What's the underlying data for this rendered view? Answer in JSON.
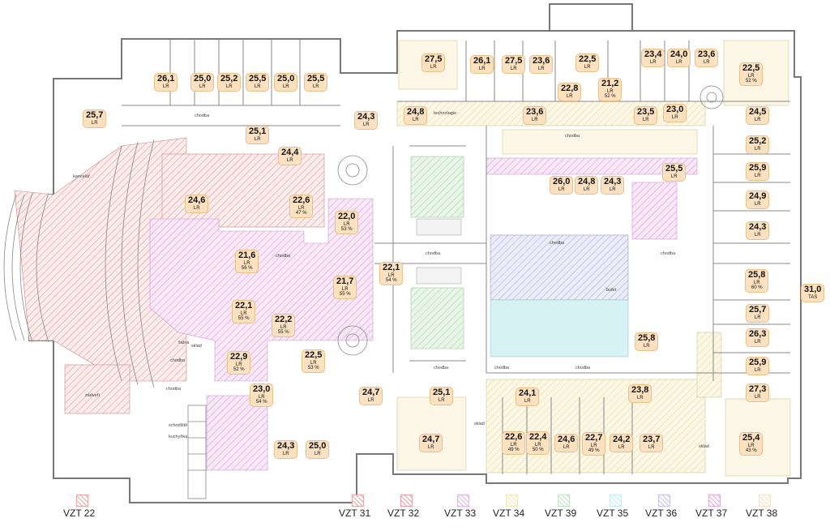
{
  "legend": [
    {
      "name": "VZT 22",
      "color": "#e8a7a7"
    },
    {
      "name": "VZT 31",
      "color": "#e8a7a7"
    },
    {
      "name": "VZT 32",
      "color": "#e6a0a6"
    },
    {
      "name": "VZT 33",
      "color": "#ddb6e6"
    },
    {
      "name": "VZT 34",
      "color": "#efe5b5"
    },
    {
      "name": "VZT 39",
      "color": "#bfe3bf"
    },
    {
      "name": "VZT 35",
      "color": "#c6ecf0"
    },
    {
      "name": "VZT 36",
      "color": "#c4c4ec"
    },
    {
      "name": "VZT 37",
      "color": "#e2a8e2"
    },
    {
      "name": "VZT 38",
      "color": "#f4e3c4"
    }
  ],
  "readings": [
    {
      "value": "26,1",
      "unit": "LR"
    },
    {
      "value": "25,0",
      "unit": "LR"
    },
    {
      "value": "25,2",
      "unit": "LR"
    },
    {
      "value": "25,5",
      "unit": "LR"
    },
    {
      "value": "25,0",
      "unit": "LR"
    },
    {
      "value": "25,5",
      "unit": "LR"
    },
    {
      "value": "25,7",
      "unit": "LR"
    },
    {
      "value": "24,3",
      "unit": "LR"
    },
    {
      "value": "25,1",
      "unit": "LR"
    },
    {
      "value": "24,4",
      "unit": "LR"
    },
    {
      "value": "24,6",
      "unit": "LR"
    },
    {
      "value": "22,6",
      "unit": "LR",
      "rh": "47 %"
    },
    {
      "value": "22,0",
      "unit": "LR",
      "rh": "53 %"
    },
    {
      "value": "21,6",
      "unit": "LR",
      "rh": "56 %"
    },
    {
      "value": "21,7",
      "unit": "LR",
      "rh": "55 %"
    },
    {
      "value": "22,1",
      "unit": "LR",
      "rh": "54 %"
    },
    {
      "value": "22,1",
      "unit": "LR",
      "rh": "55 %"
    },
    {
      "value": "22,2",
      "unit": "LR",
      "rh": "55 %"
    },
    {
      "value": "22,9",
      "unit": "LR",
      "rh": "52 %"
    },
    {
      "value": "22,5",
      "unit": "LR",
      "rh": "53 %"
    },
    {
      "value": "23,0",
      "unit": "LR",
      "rh": "54 %"
    },
    {
      "value": "24,7",
      "unit": "LR"
    },
    {
      "value": "24,3",
      "unit": "LR"
    },
    {
      "value": "25,0",
      "unit": "LR"
    },
    {
      "value": "27,5",
      "unit": "LR"
    },
    {
      "value": "26,1",
      "unit": "LR"
    },
    {
      "value": "27,5",
      "unit": "LR"
    },
    {
      "value": "23,6",
      "unit": "LR"
    },
    {
      "value": "22,5",
      "unit": "LR"
    },
    {
      "value": "23,4",
      "unit": "LR"
    },
    {
      "value": "24,0",
      "unit": "LR"
    },
    {
      "value": "23,6",
      "unit": "LR"
    },
    {
      "value": "22,5",
      "unit": "LR",
      "rh": "52 %"
    },
    {
      "value": "22,8",
      "unit": "LR"
    },
    {
      "value": "21,2",
      "unit": "LR",
      "rh": "52 %"
    },
    {
      "value": "24,8",
      "unit": "LR"
    },
    {
      "value": "23,6",
      "unit": "LR"
    },
    {
      "value": "23,5",
      "unit": "LR"
    },
    {
      "value": "23,0",
      "unit": "LR"
    },
    {
      "value": "24,5",
      "unit": "LR"
    },
    {
      "value": "25,2",
      "unit": "LR"
    },
    {
      "value": "25,9",
      "unit": "LR"
    },
    {
      "value": "24,9",
      "unit": "LR"
    },
    {
      "value": "25,5",
      "unit": "LR"
    },
    {
      "value": "26,0",
      "unit": "LR"
    },
    {
      "value": "24,8",
      "unit": "LR"
    },
    {
      "value": "24,3",
      "unit": "LR"
    },
    {
      "value": "24,3",
      "unit": "LR"
    },
    {
      "value": "25,8",
      "unit": "LR",
      "rh": "60 %"
    },
    {
      "value": "31,0",
      "unit": "TAS"
    },
    {
      "value": "25,7",
      "unit": "LR"
    },
    {
      "value": "25,8",
      "unit": "LR"
    },
    {
      "value": "26,3",
      "unit": "LR"
    },
    {
      "value": "25,9",
      "unit": "LR"
    },
    {
      "value": "27,3",
      "unit": "LR"
    },
    {
      "value": "25,1",
      "unit": "LR"
    },
    {
      "value": "24,1",
      "unit": "LR"
    },
    {
      "value": "23,8",
      "unit": "LR"
    },
    {
      "value": "24,7",
      "unit": "LR"
    },
    {
      "value": "22,6",
      "unit": "LR",
      "rh": "49 %"
    },
    {
      "value": "22,4",
      "unit": "LR",
      "rh": "50 %"
    },
    {
      "value": "24,6",
      "unit": "LR"
    },
    {
      "value": "22,7",
      "unit": "LR",
      "rh": "49 %"
    },
    {
      "value": "24,2",
      "unit": "LR"
    },
    {
      "value": "23,7",
      "unit": "LR"
    },
    {
      "value": "25,4",
      "unit": "LR",
      "rh": "43 %"
    }
  ],
  "room_labels": [
    "chodba",
    "chodba",
    "chodba",
    "chodba",
    "chodba",
    "chodba",
    "chodba",
    "chodba",
    "chodba",
    "chodba",
    "technologie",
    "kancelář",
    "šatna",
    "kuchyňka",
    "schodiště",
    "zádveří",
    "sklad",
    "sklad",
    "bufet",
    "chodba",
    "sklad"
  ]
}
